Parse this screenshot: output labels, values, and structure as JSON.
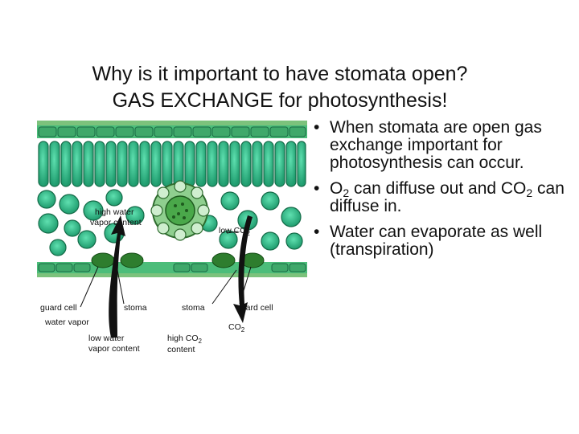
{
  "title": {
    "line1": "Why is it important to have stomata open?",
    "line2": "GAS EXCHANGE for photosynthesis!"
  },
  "bullets": [
    {
      "text": "When stomata are open gas exchange important for photosynthesis can occur."
    },
    {
      "p1": "O",
      "s1": "2",
      "p2": " can diffuse out and CO",
      "s2": "2",
      "p3": " can diffuse in."
    },
    {
      "text": "Water can evaporate as well (transpiration)"
    }
  ],
  "diagram": {
    "labels": {
      "high_water_1": "high water",
      "high_water_2": "vapor content",
      "low_co2": "low CO",
      "co2_sub": "2",
      "guard_cell_left": "guard cell",
      "stoma_left": "stoma",
      "stoma_right": "stoma",
      "guard_cell_right": "guard cell",
      "water_vapor": "water vapor",
      "co2": "CO",
      "low_water_1": "low water",
      "low_water_2": "vapor content",
      "high_co2_1": "high CO",
      "high_co2_2": "content"
    },
    "colors": {
      "cell_fill": "#2fbf8f",
      "cell_dark": "#1a7a55",
      "epidermis": "#3a8a3a",
      "vein": "#2e6b2e"
    }
  }
}
